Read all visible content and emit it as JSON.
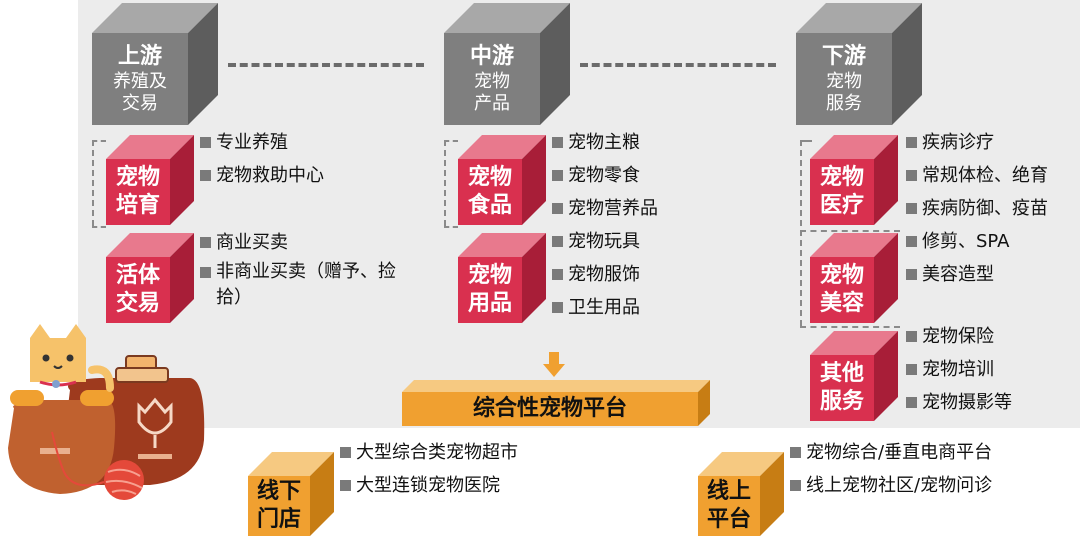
{
  "stages": {
    "upstream": {
      "title": "上游",
      "sub1": "养殖及",
      "sub2": "交易"
    },
    "midstream": {
      "title": "中游",
      "sub1": "宠物",
      "sub2": "产品"
    },
    "downstream": {
      "title": "下游",
      "sub1": "宠物",
      "sub2": "服务"
    }
  },
  "upstream": {
    "breeding": {
      "l1": "宠物",
      "l2": "培育",
      "items": [
        "专业养殖",
        "宠物救助中心"
      ]
    },
    "trade": {
      "l1": "活体",
      "l2": "交易",
      "items": [
        "商业买卖",
        "非商业买卖（赠予、捡拾）"
      ]
    }
  },
  "midstream": {
    "food": {
      "l1": "宠物",
      "l2": "食品",
      "items": [
        "宠物主粮",
        "宠物零食",
        "宠物营养品"
      ]
    },
    "supplies": {
      "l1": "宠物",
      "l2": "用品",
      "items": [
        "宠物玩具",
        "宠物服饰",
        "卫生用品"
      ]
    }
  },
  "downstream": {
    "medical": {
      "l1": "宠物",
      "l2": "医疗",
      "items": [
        "疾病诊疗",
        "常规体检、绝育",
        "疾病防御、疫苗"
      ]
    },
    "beauty": {
      "l1": "宠物",
      "l2": "美容",
      "items": [
        "修剪、SPA",
        "美容造型"
      ]
    },
    "other": {
      "l1": "其他",
      "l2": "服务",
      "items": [
        "宠物保险",
        "宠物培训",
        "宠物摄影等"
      ]
    }
  },
  "platform": {
    "label": "综合性宠物平台"
  },
  "offline": {
    "l1": "线下",
    "l2": "门店",
    "items": [
      "大型综合类宠物超市",
      "大型连锁宠物医院"
    ]
  },
  "online": {
    "l1": "线上",
    "l2": "平台",
    "items": [
      "宠物综合/垂直电商平台",
      "线上宠物社区/宠物问诊"
    ]
  },
  "colors": {
    "gray": "#7f7f7f",
    "red": "#d9304f",
    "orange": "#f0a030",
    "panel": "#ececec"
  }
}
